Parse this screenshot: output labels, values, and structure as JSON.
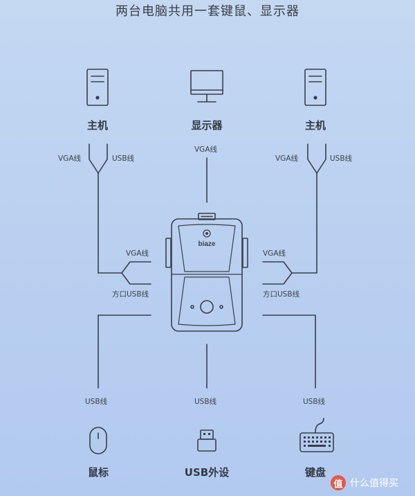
{
  "title": "两台电脑共用一套键鼠、显示器",
  "devices": {
    "host_left": "主机",
    "monitor": "显示器",
    "host_right": "主机",
    "mouse": "鼠标",
    "usb_peripheral": "USB外设",
    "keyboard": "键盘"
  },
  "cables": {
    "left_vga": "VGA线",
    "left_usb": "USB线",
    "monitor_vga": "VGA线",
    "right_vga": "VGA线",
    "right_usb": "USB线",
    "switch_left_vga": "VGA线",
    "switch_left_usb": "方口USB线",
    "switch_right_vga": "VGA线",
    "switch_right_usb": "方口USB线",
    "mouse_usb": "USB线",
    "peripheral_usb": "USB线",
    "keyboard_usb": "USB线"
  },
  "switch_brand": "biaze",
  "watermark": {
    "logo": "值",
    "text": "什么值得买"
  },
  "colors": {
    "line": "#3a3f47",
    "background": "#c0d5f2"
  }
}
